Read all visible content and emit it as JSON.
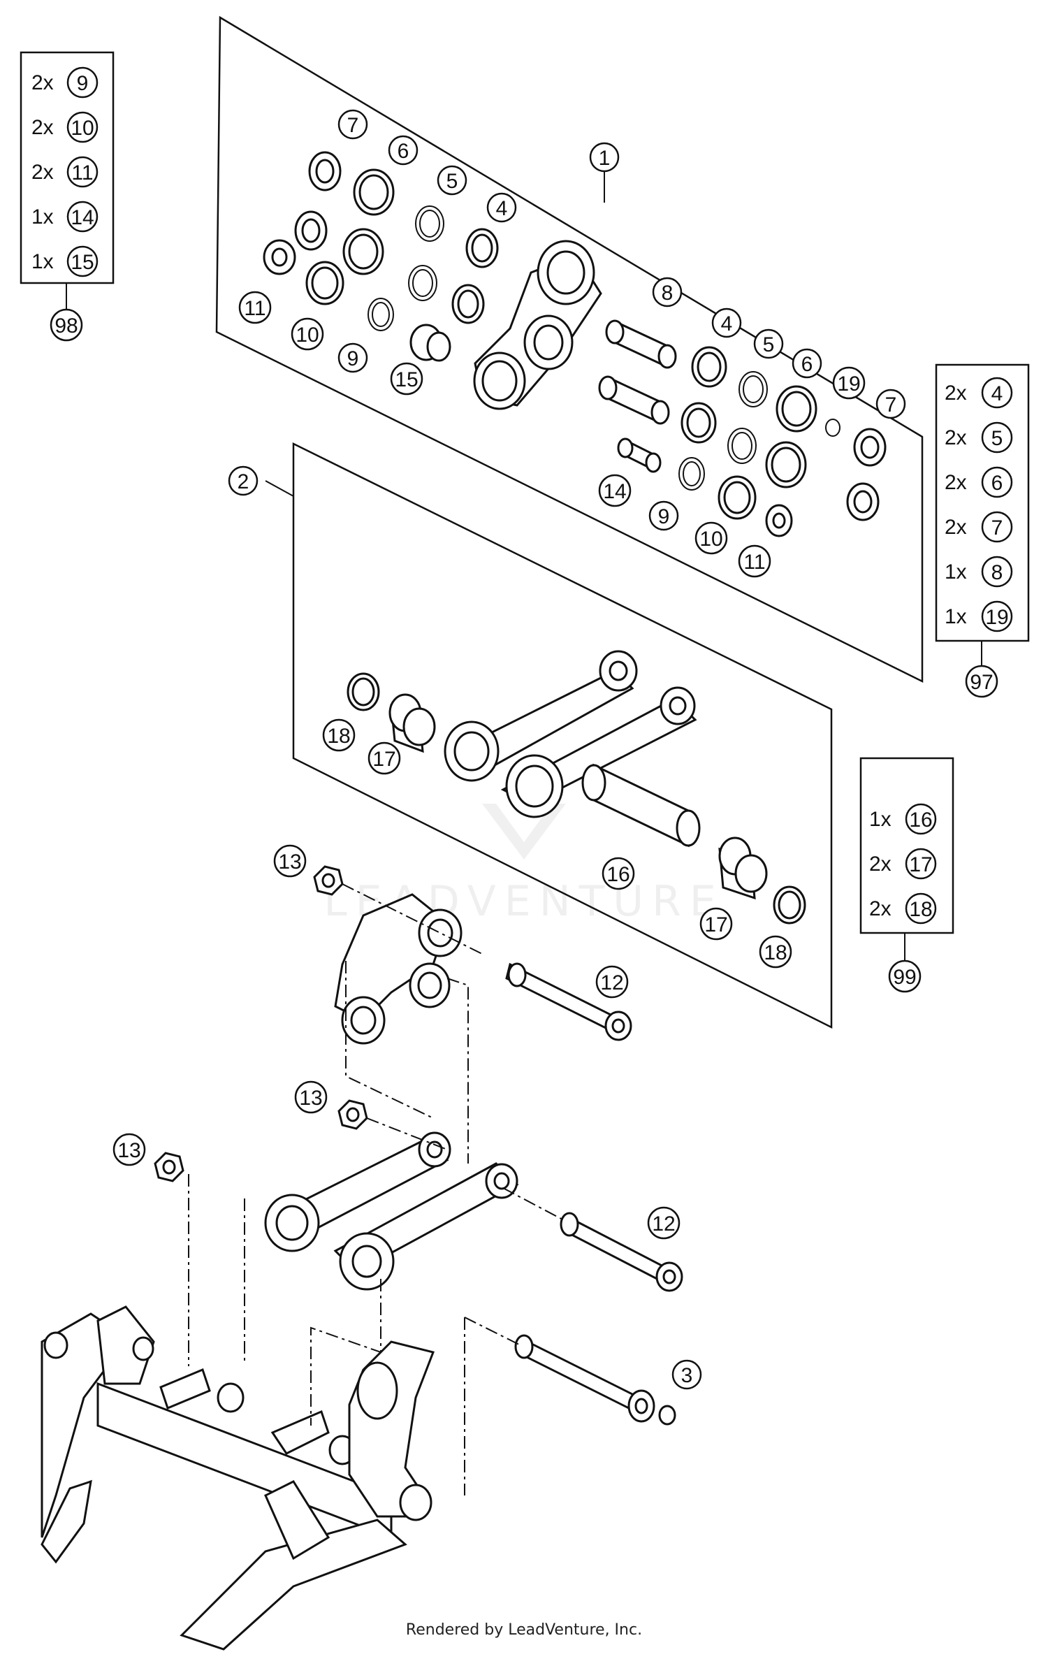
{
  "diagram": {
    "watermark": "LEADVENTURE",
    "footer": "Rendered by LeadVenture, Inc.",
    "callouts": {
      "c1": "1",
      "c2": "2",
      "c3": "3",
      "c4a": "4",
      "c5a": "5",
      "c6a": "6",
      "c7a": "7",
      "c9a": "9",
      "c10a": "10",
      "c11a": "11",
      "c15": "15",
      "c8": "8",
      "c4b": "4",
      "c5b": "5",
      "c6b": "6",
      "c19": "19",
      "c7b": "7",
      "c14": "14",
      "c9b": "9",
      "c10b": "10",
      "c11b": "11",
      "c18a": "18",
      "c17a": "17",
      "c16": "16",
      "c17b": "17",
      "c18b": "18",
      "c13a": "13",
      "c12a": "12",
      "c13b": "13",
      "c13c": "13",
      "c12b": "12"
    },
    "kits": {
      "k98": {
        "label": "98",
        "rows": [
          {
            "qty": "2x",
            "part": "9"
          },
          {
            "qty": "2x",
            "part": "10"
          },
          {
            "qty": "2x",
            "part": "11"
          },
          {
            "qty": "1x",
            "part": "14"
          },
          {
            "qty": "1x",
            "part": "15"
          }
        ]
      },
      "k97": {
        "label": "97",
        "rows": [
          {
            "qty": "2x",
            "part": "4"
          },
          {
            "qty": "2x",
            "part": "5"
          },
          {
            "qty": "2x",
            "part": "6"
          },
          {
            "qty": "2x",
            "part": "7"
          },
          {
            "qty": "1x",
            "part": "8"
          },
          {
            "qty": "1x",
            "part": "19"
          }
        ]
      },
      "k99": {
        "label": "99",
        "rows": [
          {
            "qty": "1x",
            "part": "16"
          },
          {
            "qty": "2x",
            "part": "17"
          },
          {
            "qty": "2x",
            "part": "18"
          }
        ]
      }
    }
  }
}
